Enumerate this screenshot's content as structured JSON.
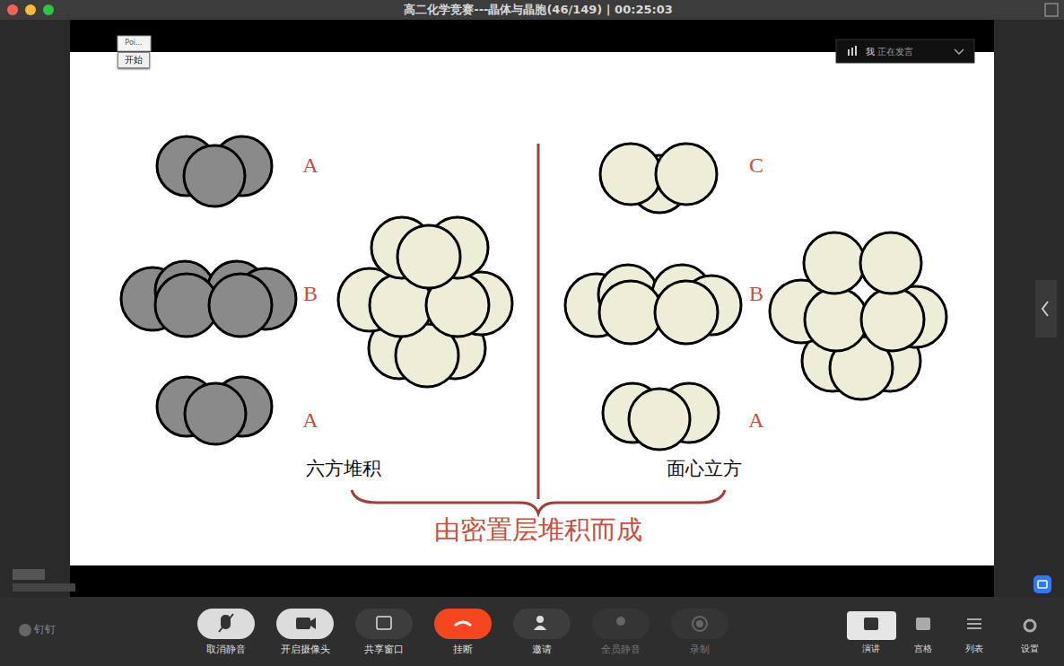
{
  "diagram": {
    "title": "高二化学竞赛---晶体与晶胞(46/149) | 00:25:03",
    "nodes": [
      {
        "text": [
          "开始"
        ]
      }
    ],
    "labels": [
      "Poi...",
      "我",
      "正在发言",
      "A",
      "B",
      "A",
      "C",
      "B",
      "A",
      "六方堆积",
      "面心立方",
      "由密置层堆积而成",
      "钉钉",
      "取消静音",
      "开启摄像头",
      "共享窗口",
      "挂断",
      "邀请",
      "全员静音",
      "录制",
      "演讲",
      "宫格",
      "列表",
      "设置"
    ]
  }
}
